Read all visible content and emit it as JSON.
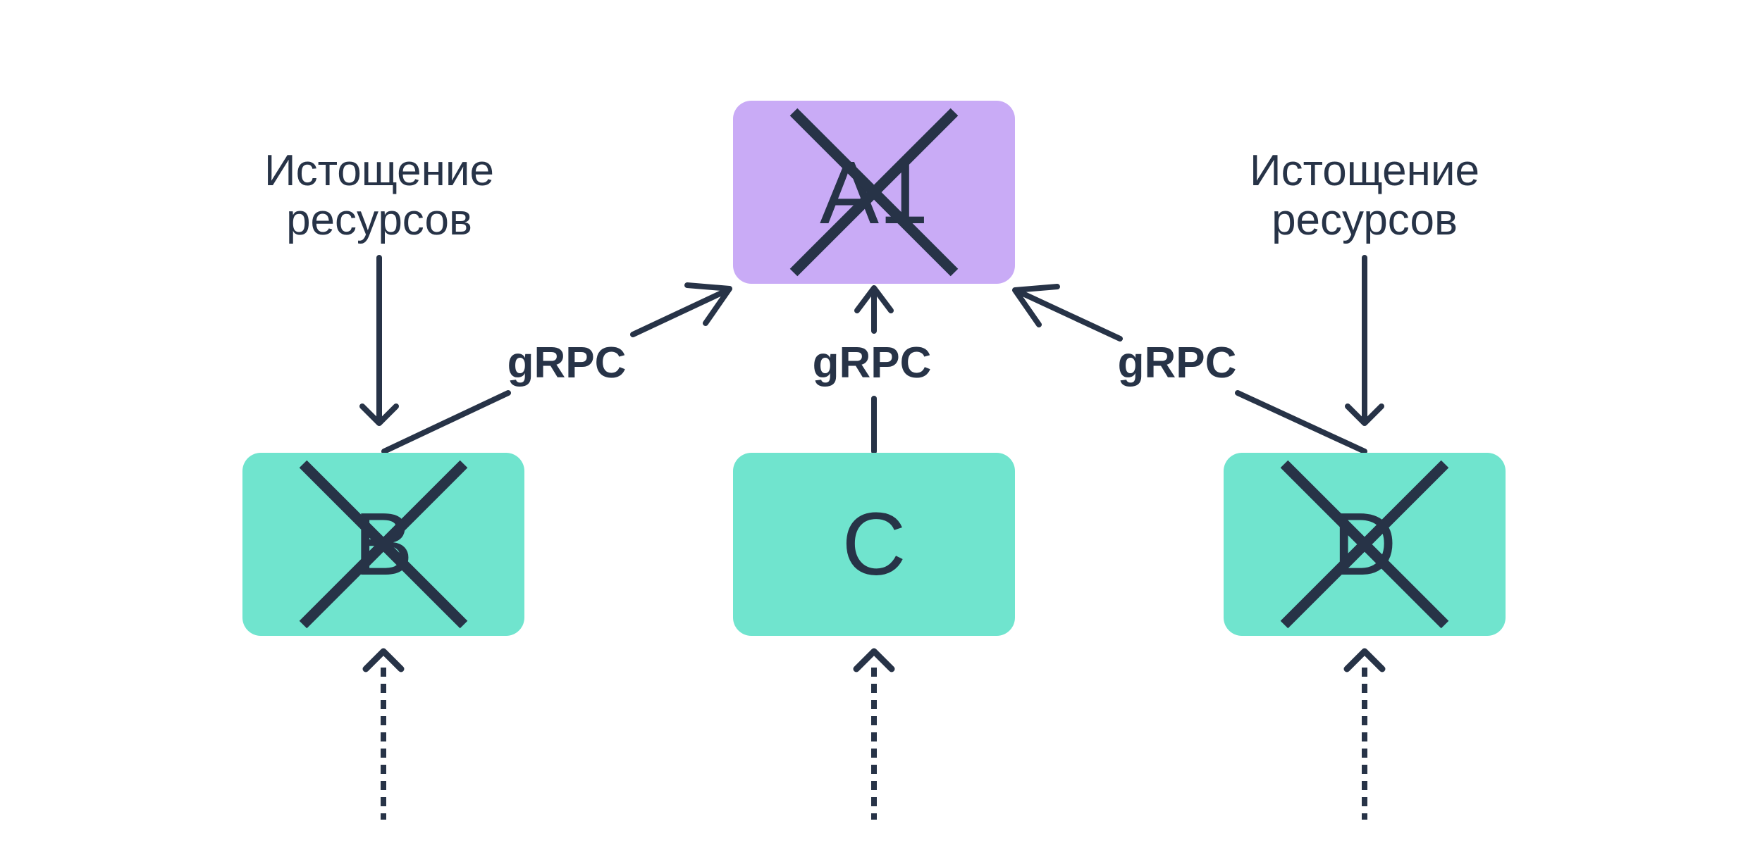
{
  "diagram": {
    "background": "#ffffff",
    "ink_color": "#273347",
    "nodes": [
      {
        "id": "a1",
        "label": "A1",
        "fill": "#c9abf6",
        "crossed_out": true
      },
      {
        "id": "b",
        "label": "B",
        "fill": "#70e4ce",
        "crossed_out": true
      },
      {
        "id": "c",
        "label": "C",
        "fill": "#70e4ce",
        "crossed_out": false
      },
      {
        "id": "d",
        "label": "D",
        "fill": "#70e4ce",
        "crossed_out": true
      }
    ],
    "edges": [
      {
        "from": "B",
        "to": "A1",
        "protocol": "gRPC"
      },
      {
        "from": "C",
        "to": "A1",
        "protocol": "gRPC"
      },
      {
        "from": "D",
        "to": "A1",
        "protocol": "gRPC"
      }
    ],
    "annotations": {
      "left": {
        "line1": "Истощение",
        "line2": "ресурсов",
        "target": "B"
      },
      "right": {
        "line1": "Истощение",
        "line2": "ресурсов",
        "target": "D"
      }
    },
    "incoming_dashed_arrow_targets": [
      "B",
      "C",
      "D"
    ]
  }
}
